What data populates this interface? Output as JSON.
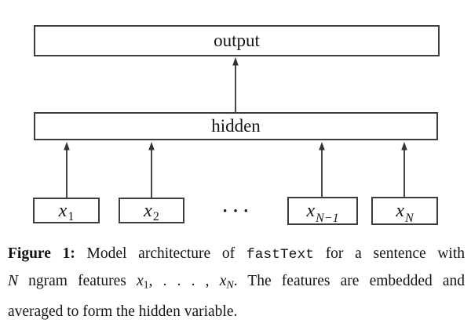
{
  "figure": {
    "output_label": "output",
    "hidden_label": "hidden",
    "inputs": [
      {
        "base": "x",
        "sub": "1"
      },
      {
        "base": "x",
        "sub": "2"
      },
      {
        "base": "x",
        "sub": "N−1"
      },
      {
        "base": "x",
        "sub": "N"
      }
    ],
    "ellipsis": "···"
  },
  "caption": {
    "label": "Figure 1:",
    "line1_a": " Model architecture of ",
    "code": "fastText",
    "line1_b": " for a sentence with",
    "line2_var": "N",
    "line2_a": " ngram features ",
    "math_x1_base": "x",
    "math_x1_sub": "1",
    "math_dots": ", . . . , ",
    "math_xn_base": "x",
    "math_xn_sub": "N",
    "line2_b": ". The features are embedded and",
    "line3": "averaged to form the hidden variable."
  },
  "colors": {
    "background": "#ffffff",
    "line": "#333333",
    "text": "#141414"
  }
}
